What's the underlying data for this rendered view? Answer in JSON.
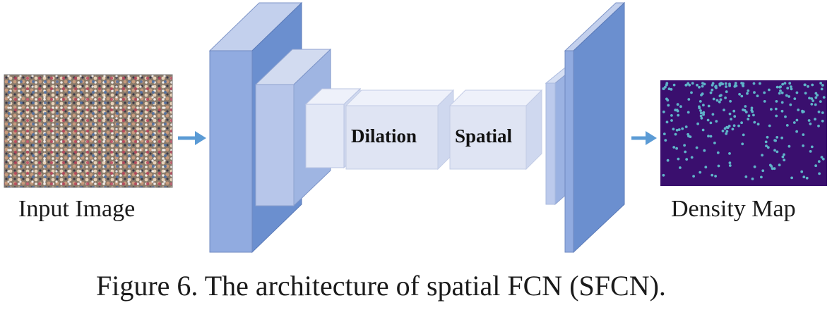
{
  "figure": {
    "caption": "Figure 6. The architecture of spatial FCN (SFCN).",
    "input_label": "Input Image",
    "output_label": "Density Map",
    "block_labels": {
      "dilation": "Dilation",
      "spatial": "Spatial"
    }
  },
  "colors": {
    "arrow": "#5b9bd5",
    "block_dark": "#6b8fcf",
    "block_mid": "#91abe0",
    "block_light": "#dfe4f3",
    "density_bg": "#3a0f6e",
    "density_dot": "#5fb4c9"
  }
}
